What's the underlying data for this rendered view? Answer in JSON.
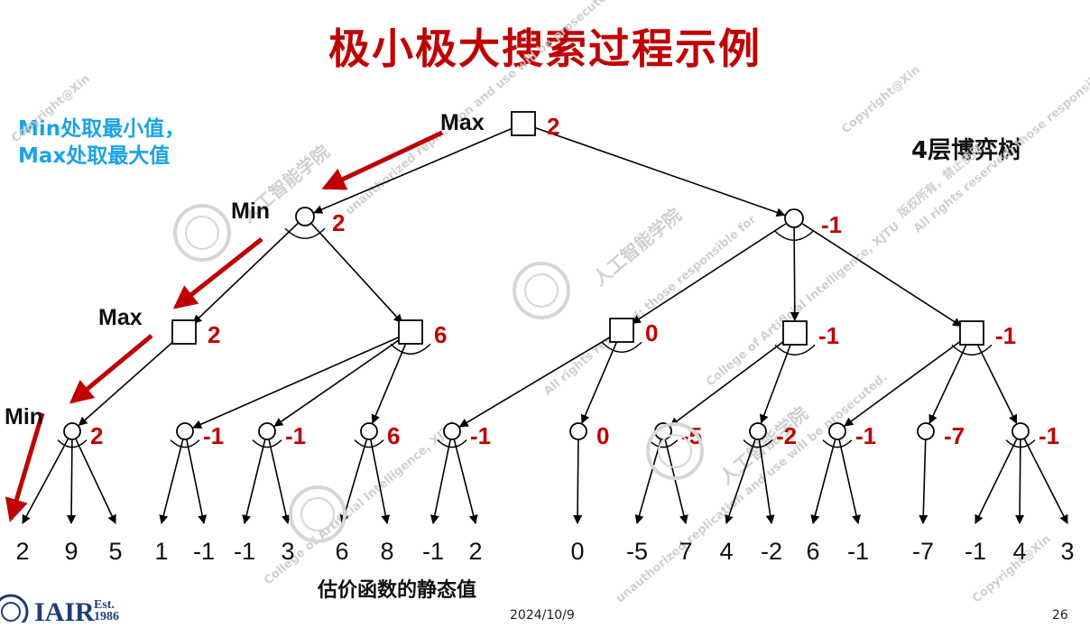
{
  "title": "极小极大搜索过程示例",
  "note": {
    "line1": "Min处取最小值，",
    "line2": "Max处取最大值"
  },
  "tree_label": "4层博弈树",
  "caption": "估价函数的静态值",
  "footer": {
    "date": "2024/10/9",
    "page": "26",
    "logo": "IAIR",
    "logo_est": "Est.",
    "logo_year": "1986"
  },
  "watermarks": [
    "Copyright@Xin",
    "版权所有，禁止使用",
    "All rights reserved; those responsible for",
    "unauthorized replication and use will be prosecuted.",
    "人工智能学院",
    "College of Artificial Intelligence, XJTU"
  ],
  "colors": {
    "value": "#c00000",
    "arrow": "#c00000",
    "note": "#1aa3e8",
    "edge": "#000000"
  },
  "level_labels": [
    "Max",
    "Min",
    "Max",
    "Min"
  ],
  "nodes": {
    "root": {
      "value": "2"
    },
    "min1": [
      {
        "value": "2"
      },
      {
        "value": "-1"
      }
    ],
    "max2": [
      {
        "value": "2"
      },
      {
        "value": "6"
      },
      {
        "value": "0"
      },
      {
        "value": "-1"
      },
      {
        "value": "-1"
      }
    ],
    "min3": [
      {
        "value": "2"
      },
      {
        "value": "-1"
      },
      {
        "value": "-1"
      },
      {
        "value": "6"
      },
      {
        "value": "-1"
      },
      {
        "value": "0"
      },
      {
        "value": "-5"
      },
      {
        "value": "-2"
      },
      {
        "value": "-1"
      },
      {
        "value": "-7"
      },
      {
        "value": "-1"
      }
    ]
  },
  "leaves": [
    "2",
    "9",
    "5",
    "1",
    "-1",
    "-1",
    "3",
    "6",
    "8",
    "-1",
    "2",
    "0",
    "-5",
    "7",
    "4",
    "-2",
    "6",
    "-1",
    "-7",
    "-1",
    "4",
    "3"
  ]
}
